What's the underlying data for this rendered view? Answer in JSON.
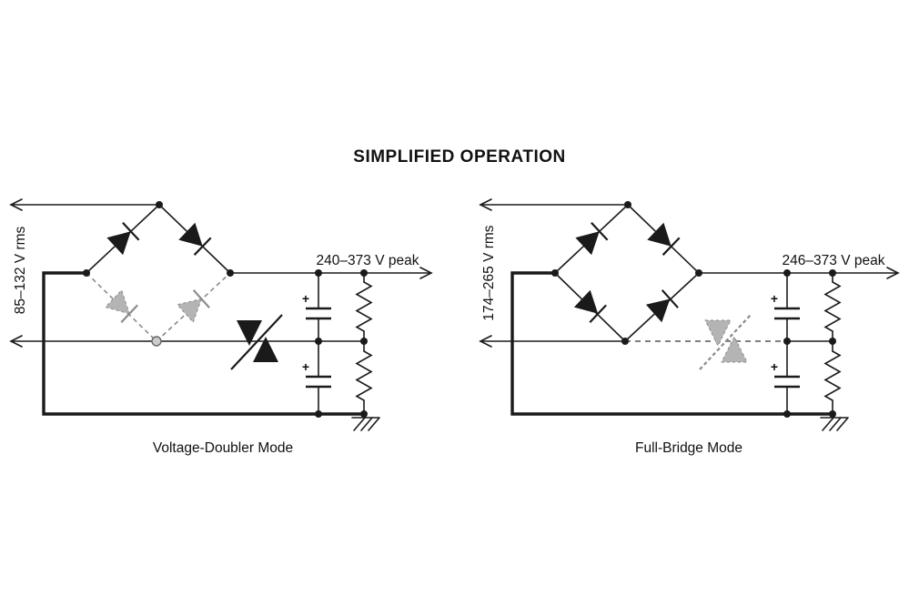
{
  "title": "SIMPLIFIED OPERATION",
  "left": {
    "input_label": "85–132 V rms",
    "output_label": "240–373 V peak",
    "mode_label": "Voltage-Doubler Mode",
    "cap_top_polarity": "+",
    "cap_bottom_polarity": "+"
  },
  "right": {
    "input_label": "174–265 V rms",
    "output_label": "246–373 V peak",
    "mode_label": "Full-Bridge Mode",
    "cap_top_polarity": "+",
    "cap_bottom_polarity": "+"
  },
  "colors": {
    "wire": "#1a1a1a",
    "inactive_fill": "#b4b4b4",
    "inactive_stroke": "#8a8a8a",
    "background": "#ffffff"
  }
}
